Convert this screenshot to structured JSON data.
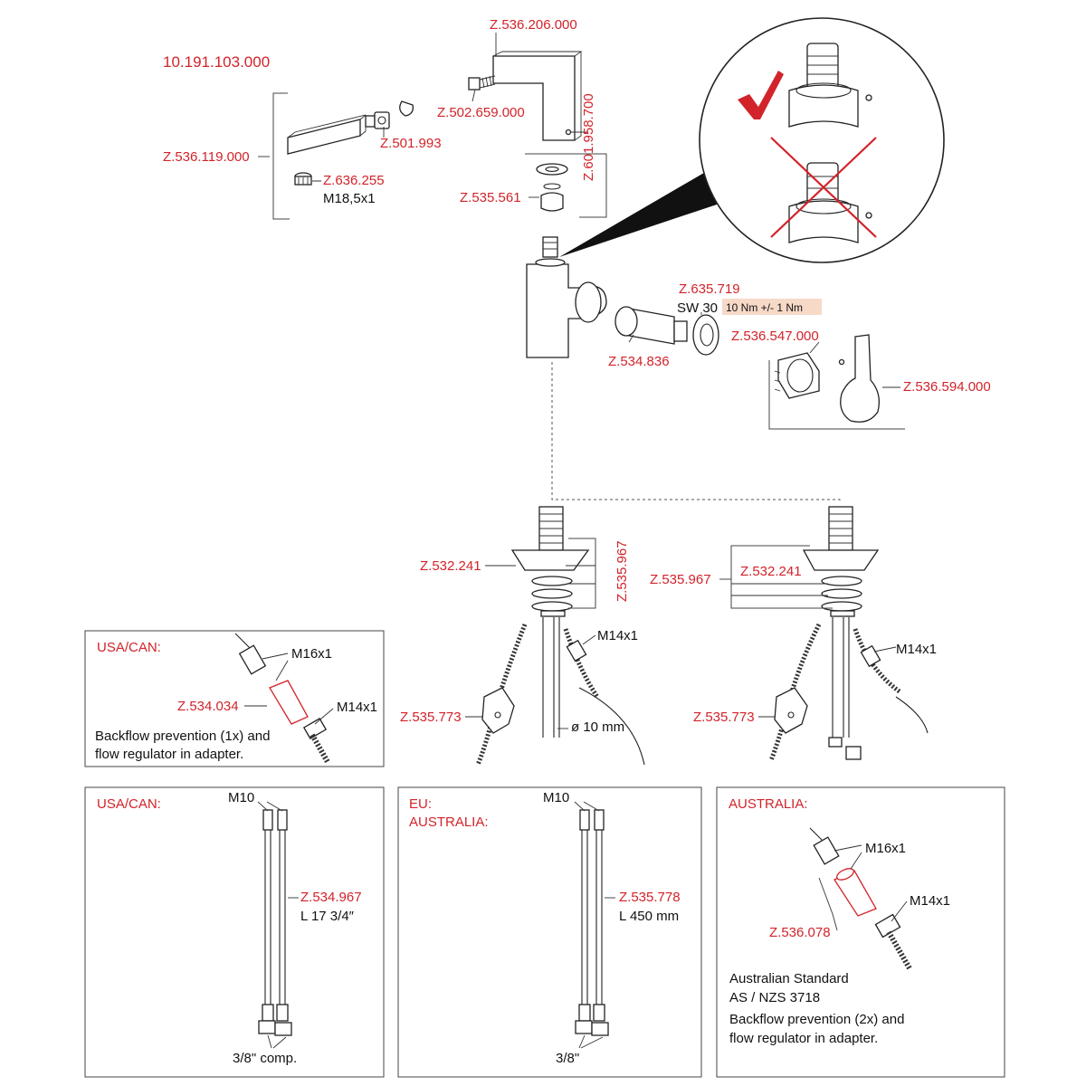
{
  "colors": {
    "label_red": "#d2232a",
    "check_red": "#d2232a",
    "torque_bg": "#f7d9c8",
    "line": "#222222"
  },
  "title_code": "10.191.103.000",
  "spout": {
    "code": "Z.536.206.000",
    "aerator": "Z.502.659.000",
    "screw": "Z.601.958.700"
  },
  "extension": {
    "code": "Z.536.119.000",
    "nut": "Z.501.993",
    "insert": "Z.636.255",
    "thread": "M18,5x1"
  },
  "seal": {
    "code": "Z.535.561"
  },
  "cartridge": {
    "code": "Z.534.836",
    "nut": "Z.635.719",
    "wrench": "SW 30",
    "torque": "10 Nm +/- 1 Nm"
  },
  "handle": {
    "cap": "Z.536.547.000",
    "lever": "Z.536.594.000"
  },
  "mounting_left": {
    "bracket": "Z.532.241",
    "set": "Z.535.967",
    "hose": "Z.535.773",
    "thread": "M14x1",
    "diameter": "ø 10 mm"
  },
  "mounting_right": {
    "bracket": "Z.532.241",
    "set": "Z.535.967",
    "hose": "Z.535.773",
    "thread": "M14x1"
  },
  "usa_adapter": {
    "region": "USA/CAN:",
    "thread_top": "M16x1",
    "code": "Z.534.034",
    "thread_bottom": "M14x1",
    "note_1": "Backflow prevention (1x) and",
    "note_2": "flow regulator in adapter."
  },
  "usa_hoses": {
    "region": "USA/CAN:",
    "thread": "M10",
    "code": "Z.534.967",
    "length": "L 17 3/4″",
    "connection": "3/8\" comp."
  },
  "eu_hoses": {
    "region_1": "EU:",
    "region_2": "AUSTRALIA:",
    "thread": "M10",
    "code": "Z.535.778",
    "length": "L 450 mm",
    "connection": "3/8\""
  },
  "aus_adapter": {
    "region": "AUSTRALIA:",
    "thread_top": "M16x1",
    "thread_bottom": "M14x1",
    "code": "Z.536.078",
    "standard_1": "Australian Standard",
    "standard_2": "AS / NZS 3718",
    "note_1": "Backflow prevention (2x) and",
    "note_2": "flow regulator in adapter."
  },
  "icons": {
    "correct": "checkmark-icon",
    "wrong": "cross-icon"
  }
}
